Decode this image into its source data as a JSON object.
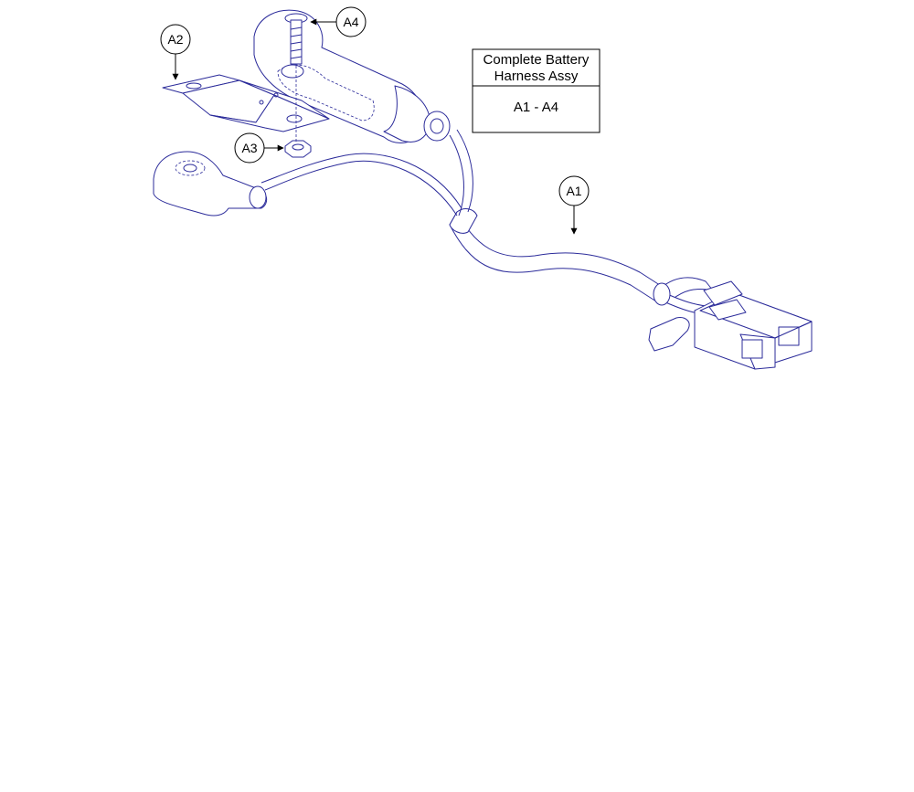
{
  "colors": {
    "line": "#2b2b9a",
    "text": "#000000",
    "background": "#ffffff"
  },
  "callouts": {
    "a1": "A1",
    "a2": "A2",
    "a3": "A3",
    "a4": "A4"
  },
  "info_box": {
    "title_line1": "Complete Battery",
    "title_line2": "Harness Assy",
    "range": "A1 - A4"
  }
}
